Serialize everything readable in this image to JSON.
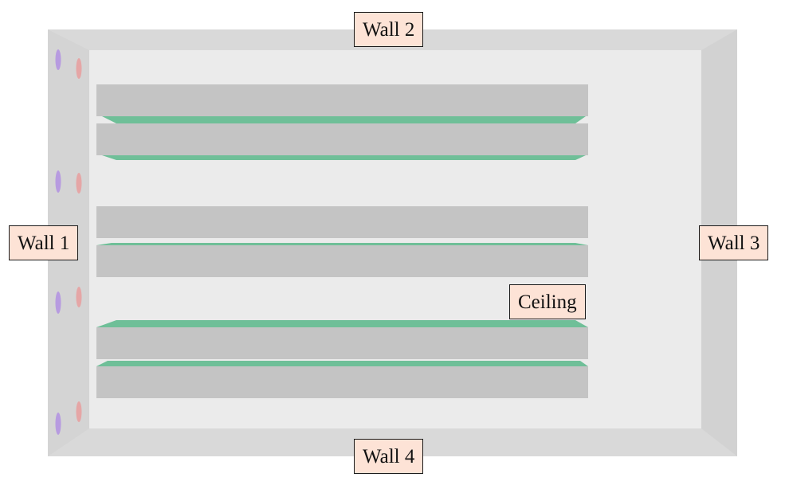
{
  "labels": {
    "wall_1": "Wall 1",
    "wall_2": "Wall 2",
    "wall_3": "Wall 3",
    "wall_4": "Wall 4",
    "ceiling": "Ceiling"
  },
  "colors": {
    "frame": "#d9d9d9",
    "ceiling": "#ebebeb",
    "slab": "#c4c4c4",
    "green_edge": "#6fbf98",
    "purple_marker": "#b79be0",
    "pink_marker": "#e5a6a6",
    "label_fill": "#fde3d6"
  }
}
